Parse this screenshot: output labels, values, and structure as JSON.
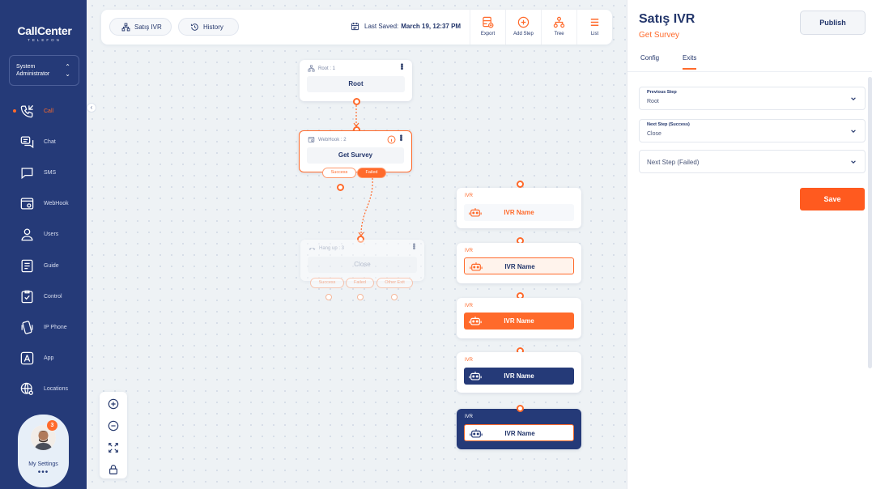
{
  "sidebar": {
    "logo_main": "CallCenter",
    "logo_sub": "TELEFON",
    "user_role_line1": "System",
    "user_role_line2": "Administrator",
    "items": [
      {
        "label": "Call",
        "icon": "phone-icon",
        "active": true
      },
      {
        "label": "Chat",
        "icon": "chat-icon"
      },
      {
        "label": "SMS",
        "icon": "sms-icon"
      },
      {
        "label": "WebHook",
        "icon": "webhook-icon"
      },
      {
        "label": "Users",
        "icon": "users-icon"
      },
      {
        "label": "Guide",
        "icon": "guide-icon"
      },
      {
        "label": "Control",
        "icon": "control-icon"
      },
      {
        "label": "IP Phone",
        "icon": "ip-phone-icon"
      },
      {
        "label": "App",
        "icon": "app-icon"
      },
      {
        "label": "Locations",
        "icon": "globe-icon"
      }
    ],
    "settings_label": "My Settings",
    "settings_badge": "3",
    "settings_more": "•••",
    "collapse_glyph": "‹"
  },
  "toolbar": {
    "flow_name": "Satış IVR",
    "history": "History",
    "last_saved_label": "Last Saved:",
    "last_saved_value": "March 19, 12:37 PM",
    "export": "Export",
    "add_step": "Add Step",
    "tree": "Tree",
    "list": "List"
  },
  "canvas": {
    "root": {
      "header": "Root : 1",
      "title": "Root"
    },
    "webhook": {
      "header": "WebHook : 2",
      "title": "Get Survey",
      "tag_success": "Success",
      "tag_failed": "Failed"
    },
    "hangup": {
      "header": "Hang up : 3",
      "title": "Close",
      "tag_success": "Success",
      "tag_failed": "Failed",
      "tag_other": "Other Exit"
    },
    "ivr_nodes": [
      {
        "label": "IVR",
        "name": "IVR Name",
        "style": "plain"
      },
      {
        "label": "IVR",
        "name": "IVR Name",
        "style": "outline"
      },
      {
        "label": "IVR",
        "name": "IVR Name",
        "style": "orange"
      },
      {
        "label": "IVR",
        "name": "IVR Name",
        "style": "navy"
      },
      {
        "label": "IVR",
        "name": "IVR Name",
        "style": "dark"
      }
    ]
  },
  "panel": {
    "title": "Satış IVR",
    "subtitle": "Get Survey",
    "publish": "Publish",
    "tab_config": "Config",
    "tab_exits": "Exits",
    "previous_step_label": "Previous Step",
    "previous_step_value": "Root",
    "next_success_label": "Next Step (Success)",
    "next_success_value": "Close",
    "next_failed_placeholder": "Next Step  (Failed)",
    "save": "Save"
  },
  "colors": {
    "accent": "#ff6a2b",
    "navy": "#253a78"
  }
}
